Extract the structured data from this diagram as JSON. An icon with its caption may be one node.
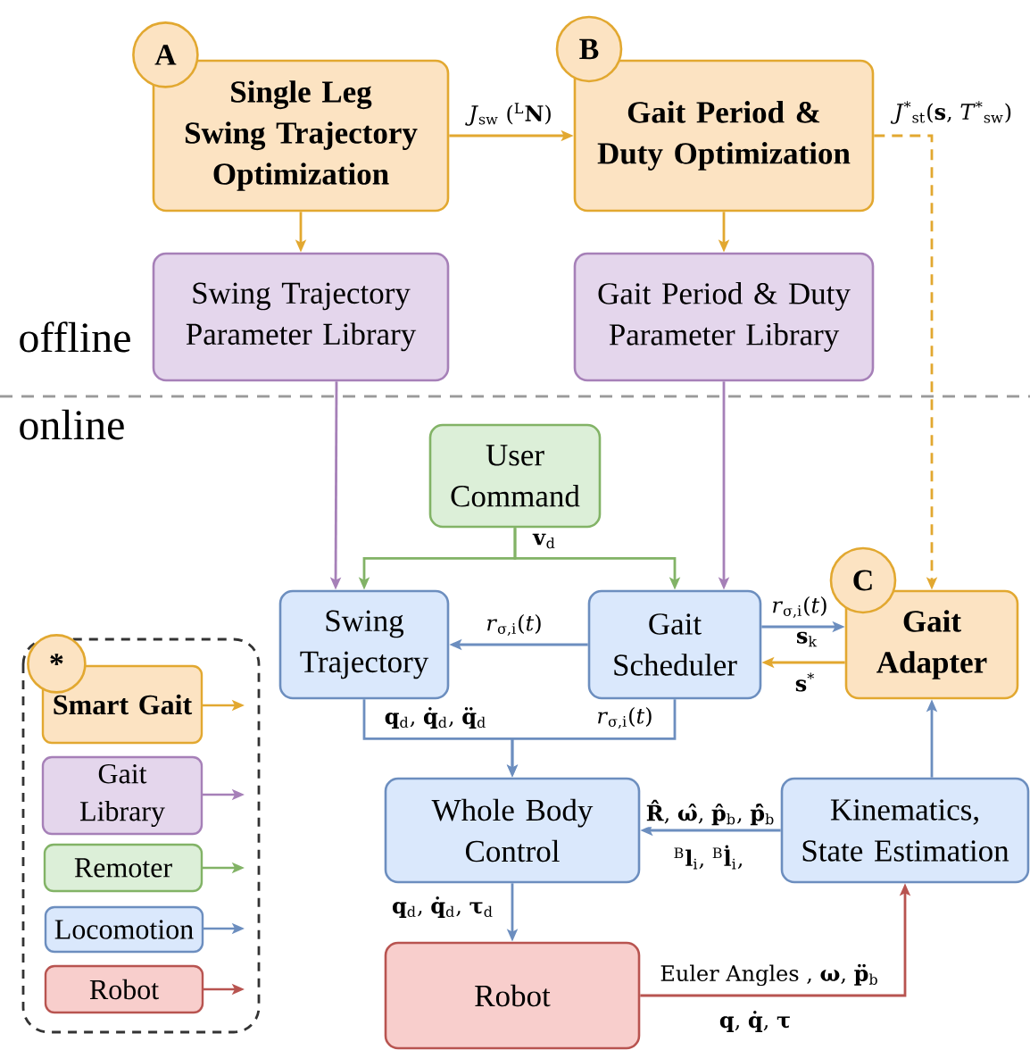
{
  "diagram": {
    "nodes": [
      {
        "text": [
          "A"
        ]
      },
      {
        "text": [
          "Single Leg Swing Trajectory Optimization"
        ]
      },
      {
        "text": [
          "B"
        ]
      },
      {
        "text": [
          "Gait Period & Duty Optimization"
        ]
      },
      {
        "text": [
          "Swing Trajectory Parameter Library"
        ]
      },
      {
        "text": [
          "Gait Period & Duty Parameter Library"
        ]
      },
      {
        "text": [
          "User Command"
        ]
      },
      {
        "text": [
          "C"
        ]
      },
      {
        "text": [
          "Swing Trajectory"
        ]
      },
      {
        "text": [
          "Gait Scheduler"
        ]
      },
      {
        "text": [
          "Gait Adapter"
        ]
      },
      {
        "text": [
          "Whole Body Control"
        ]
      },
      {
        "text": [
          "Kinematics, State Estimation"
        ]
      },
      {
        "text": [
          "Robot"
        ]
      },
      {
        "text": [
          "*"
        ]
      }
    ],
    "edges": [
      {
        "from": 1,
        "to": 3,
        "arrow": "to",
        "label": "*J*$_{sw}$ ($^{L}$**N**)",
        "color": "#e2a830"
      },
      {
        "from": 1,
        "to": 4,
        "arrow": "to",
        "color": "#e2a830"
      },
      {
        "from": 3,
        "to": 5,
        "arrow": "to",
        "color": "#e2a830"
      },
      {
        "from": 3,
        "to": 10,
        "arrow": "to",
        "style": "dashed",
        "label": "*J*$^{*}$$_{st}$(**s**, *T*$^{*}$$_{sw}$)",
        "color": "#e2a830"
      },
      {
        "from": 4,
        "to": 8,
        "arrow": "to",
        "color": "#a680b8"
      },
      {
        "from": 5,
        "to": 9,
        "arrow": "to",
        "color": "#a680b8"
      },
      {
        "from": 6,
        "to": 8,
        "arrow": "to",
        "label": "**v**$_{d}$",
        "color": "#82b366"
      },
      {
        "from": 6,
        "to": 9,
        "arrow": "to",
        "color": "#82b366"
      },
      {
        "from": 9,
        "to": 8,
        "arrow": "to",
        "label": "*r*$_{σ,i}$(*t*)"
      },
      {
        "from": 9,
        "to": 10,
        "arrow": "to",
        "label": "*r*$_{σ,i}$(*t*)"
      },
      {
        "from": 10,
        "to": 9,
        "arrow": "to",
        "label": "**s**$^{*}$",
        "color": "#e2a830"
      },
      {
        "from": 8,
        "to": 11,
        "arrow": "to",
        "label": "**q**$_{d}$, **q̇**$_{d}$, **q̈**$_{d}$"
      },
      {
        "from": 9,
        "to": 11,
        "arrow": "to",
        "label": "*r*$_{σ,i}$(*t*)"
      },
      {
        "from": 12,
        "to": 11,
        "arrow": "to",
        "label": "**R̂**, **ω̂**, **p̂**$_{b}$, **ṗ̂**$_{b}$"
      },
      {
        "from": 12,
        "to": 10,
        "arrow": "to"
      },
      {
        "from": 11,
        "to": 13,
        "arrow": "to",
        "label": "**q**$_{d}$, **q̇**$_{d}$, **τ**$_{d}$"
      },
      {
        "from": 13,
        "to": 12,
        "arrow": "to",
        "label": "Euler Angles , **ω**, **p̈**$_{b}$",
        "color": "#b85450"
      }
    ],
    "labels": [
      "offline",
      "online",
      "**s**$_{k}$",
      "$^{B}$**l**$_{i}$, $^{B}$**l̇**$_{i}$,",
      "**q**, **q̇**, **τ**"
    ],
    "legend": [
      {
        "text": "Smart Gait",
        "color": "#fce3c2"
      },
      {
        "text": "Gait Library",
        "color": "#e4d6ec"
      },
      {
        "text": "Remoter",
        "color": "#dcefd8"
      },
      {
        "text": "Locomotion",
        "color": "#dae8fc"
      },
      {
        "text": "Robot",
        "color": "#f8cecc"
      }
    ]
  }
}
